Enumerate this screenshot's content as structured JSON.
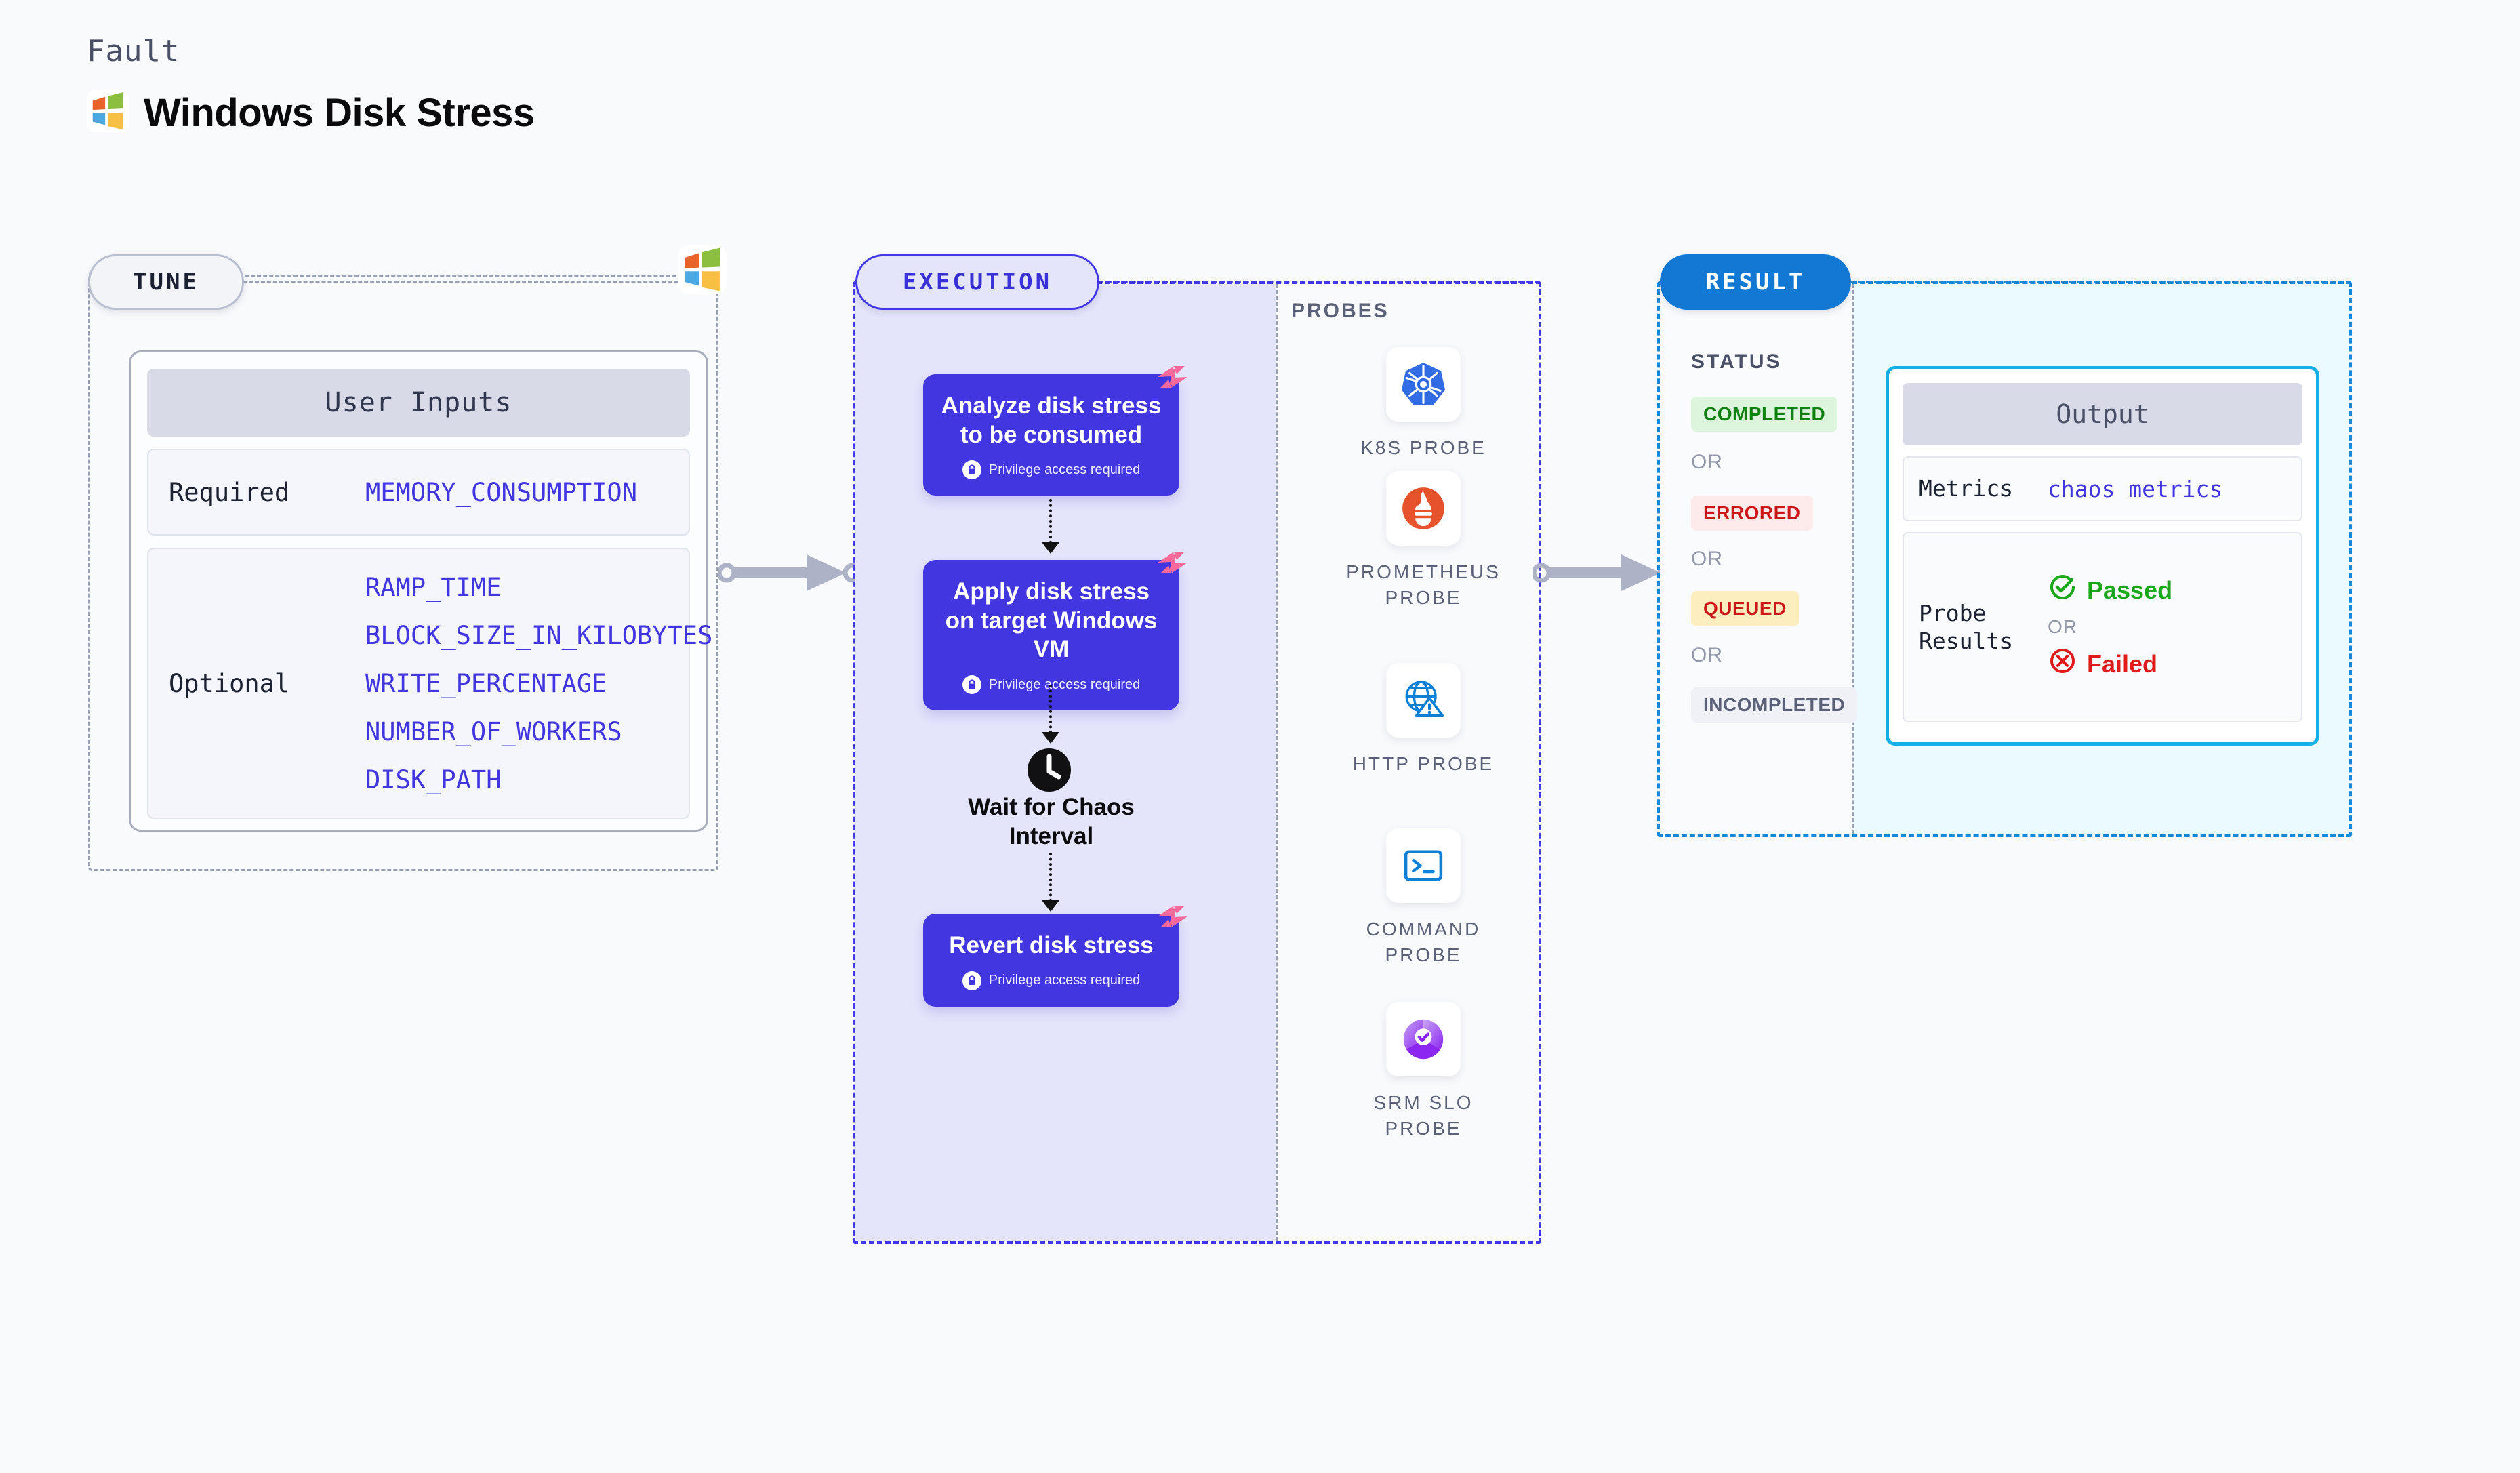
{
  "header": {
    "kicker": "Fault",
    "title": "Windows Disk Stress",
    "logo_icon": "windows-logo-icon"
  },
  "tune": {
    "pill_label": "TUNE",
    "badge_icon": "windows-logo-icon",
    "card_title": "User Inputs",
    "rows": [
      {
        "key": "Required",
        "values": [
          "MEMORY_CONSUMPTION"
        ]
      },
      {
        "key": "Optional",
        "values": [
          "RAMP_TIME",
          "BLOCK_SIZE_IN_KILOBYTES",
          "WRITE_PERCENTAGE",
          "NUMBER_OF_WORKERS",
          "DISK_PATH"
        ]
      }
    ]
  },
  "execution": {
    "pill_label": "EXECUTION",
    "probes_label": "PROBES",
    "privilege_note": "Privilege access required",
    "steps": [
      {
        "title": "Analyze disk stress to be consumed",
        "privileged": true,
        "ribbon_icon": "harness-logo-icon"
      },
      {
        "title": "Apply disk stress on target Windows VM",
        "privileged": true,
        "ribbon_icon": "harness-logo-icon"
      },
      {
        "title": "Revert disk stress",
        "privileged": true,
        "ribbon_icon": "harness-logo-icon"
      }
    ],
    "wait": {
      "label": "Wait for Chaos Interval",
      "icon": "clock-icon"
    },
    "probes": [
      {
        "label": "K8S PROBE",
        "icon": "kubernetes-icon"
      },
      {
        "label": "PROMETHEUS PROBE",
        "icon": "prometheus-icon"
      },
      {
        "label": "HTTP PROBE",
        "icon": "http-globe-warning-icon"
      },
      {
        "label": "COMMAND PROBE",
        "icon": "terminal-icon"
      },
      {
        "label": "SRM SLO PROBE",
        "icon": "srm-slo-icon"
      }
    ]
  },
  "result": {
    "pill_label": "RESULT",
    "status_label": "STATUS",
    "or_label": "OR",
    "statuses": [
      {
        "label": "COMPLETED",
        "bg": "#dcf5dc",
        "fg": "#108010"
      },
      {
        "label": "ERRORED",
        "bg": "#fdeaea",
        "fg": "#cc1818"
      },
      {
        "label": "QUEUED",
        "bg": "#fdeec0",
        "fg": "#cc1818"
      },
      {
        "label": "INCOMPLETED",
        "bg": "#eff1f6",
        "fg": "#5b6178"
      }
    ],
    "output": {
      "title": "Output",
      "metrics_key": "Metrics",
      "metrics_value": "chaos metrics",
      "probe_key": "Probe Results",
      "passed_label": "Passed",
      "failed_label": "Failed",
      "or_label": "OR",
      "passed_icon": "check-circle-icon",
      "failed_icon": "x-circle-icon"
    }
  },
  "colors": {
    "primary_purple": "#4136e0",
    "result_blue": "#1178d4",
    "output_cyan": "#13b0e8",
    "ribbon_pink": "#f8699c",
    "pass_green": "#1aa81a",
    "fail_red": "#e01b1b"
  }
}
